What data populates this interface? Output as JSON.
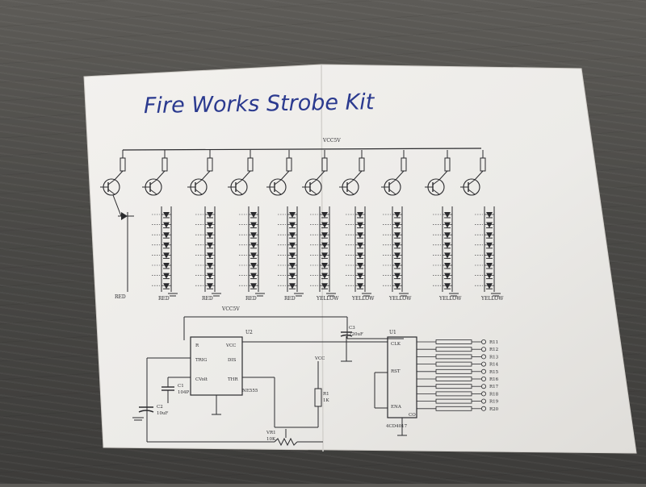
{
  "photo": {
    "handwritten_title": "Fire Works Strobe Kit",
    "supply_top": "VCC5V",
    "supply_bottom": "VCC5V",
    "ic_counter": "U1",
    "ic_counter_part": "4CD4017",
    "ic_timer": "U2",
    "ic_timer_part": "NE555",
    "cap_c1": "C1",
    "cap_c1_value": "104P",
    "cap_c2": "C2",
    "cap_c2_value": "10uF",
    "cap_c3": "C3",
    "cap_c3_value": "220uF",
    "r1": "R1",
    "r1_value": "1K",
    "vr1": "VR1",
    "vr1_value": "10K",
    "pin_r": "R",
    "pin_vcc": "VCC",
    "pin_trig": "TRIG",
    "pin_dis": "DIS",
    "pin_cv": "CVolt",
    "pin_thr": "THR",
    "pin_clk": "CLK",
    "pin_rst": "RST",
    "pin_ena": "ENA",
    "pin_co": "CO",
    "led_colors": [
      "RED",
      "RED",
      "RED",
      "RED",
      "YELLOW",
      "YELLOW",
      "YELLOW",
      "YELLOW",
      "YELLOW"
    ],
    "led_first": "RED",
    "resistor_labels": [
      "R11",
      "R12",
      "R13",
      "R14",
      "R15",
      "R16",
      "R17",
      "R18",
      "R19",
      "R20"
    ],
    "wood_color": "#4a4946",
    "paper_color": "#efedea",
    "ink_color": "#2b2b2e",
    "pen_color": "#2b3a8f"
  }
}
